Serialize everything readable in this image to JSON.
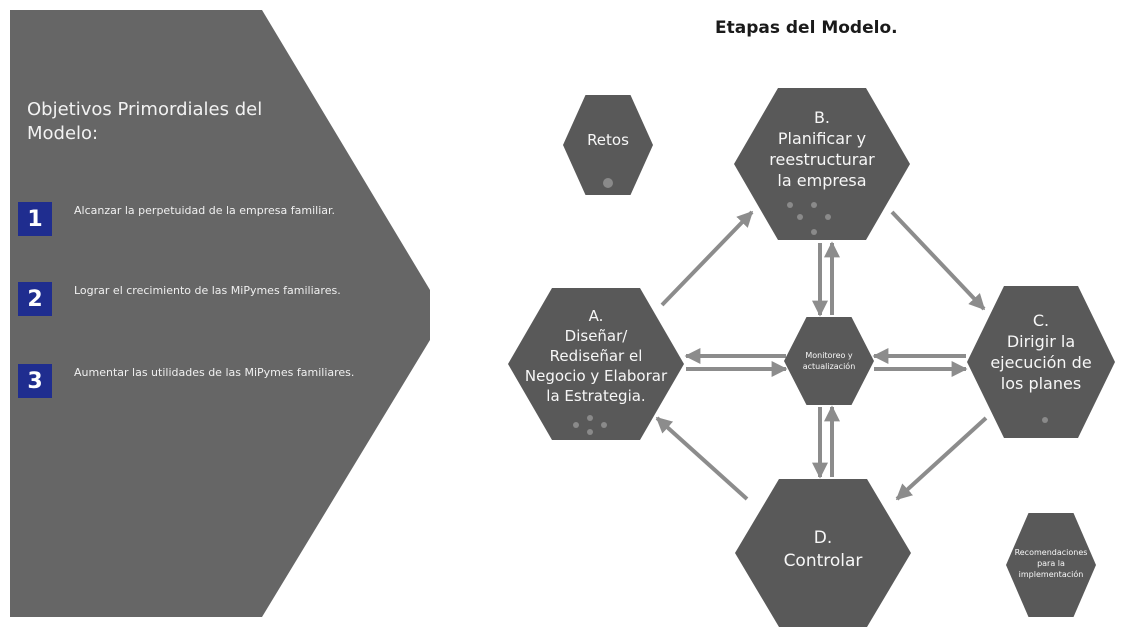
{
  "left_panel": {
    "title": "Objetivos Primordiales del Modelo:",
    "objectives": [
      {
        "number": "1",
        "text": "Alcanzar la perpetuidad de la empresa familiar."
      },
      {
        "number": "2",
        "text": "Lograr el crecimiento de las MiPymes familiares."
      },
      {
        "number": "3",
        "text": "Aumentar las utilidades de las MiPymes familiares."
      }
    ]
  },
  "diagram": {
    "title": "Etapas del Modelo.",
    "nodes": {
      "retos": "Retos",
      "b": "B.\nPlanificar y\nreestructurar\nla empresa",
      "a": "A.\nDiseñar/\nRediseñar el\nNegocio y Elaborar\nla Estrategia.",
      "center": "Monitoreo y\nactualización",
      "c": "C.\nDirigir la\nejecución de\nlos planes",
      "d": "D.\nControlar",
      "recom": "Recomendaciones\npara la\nimplementación"
    }
  },
  "colors": {
    "panel": "#666666",
    "hexagon": "#595959",
    "arrow": "#8c8c8c",
    "number_box": "#1f2d8f"
  }
}
